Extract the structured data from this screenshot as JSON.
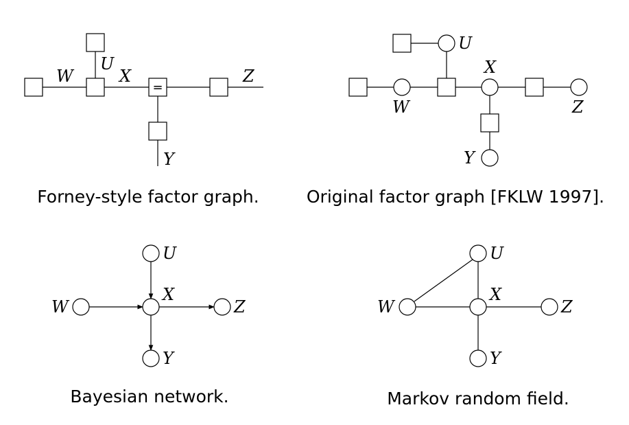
{
  "panels": {
    "forney": {
      "caption": "Forney-style factor graph.",
      "labels": {
        "W": "W",
        "U": "U",
        "X": "X",
        "Z": "Z",
        "Y": "Y"
      },
      "equality_symbol": "="
    },
    "original": {
      "caption": "Original factor graph [FKLW 1997].",
      "labels": {
        "U": "U",
        "X": "X",
        "W": "W",
        "Z": "Z",
        "Y": "Y"
      }
    },
    "bayesian": {
      "caption": "Bayesian network.",
      "labels": {
        "W": "W",
        "U": "U",
        "X": "X",
        "Z": "Z",
        "Y": "Y"
      }
    },
    "markov": {
      "caption": "Markov random field.",
      "labels": {
        "W": "W",
        "U": "U",
        "X": "X",
        "Z": "Z",
        "Y": "Y"
      }
    }
  }
}
